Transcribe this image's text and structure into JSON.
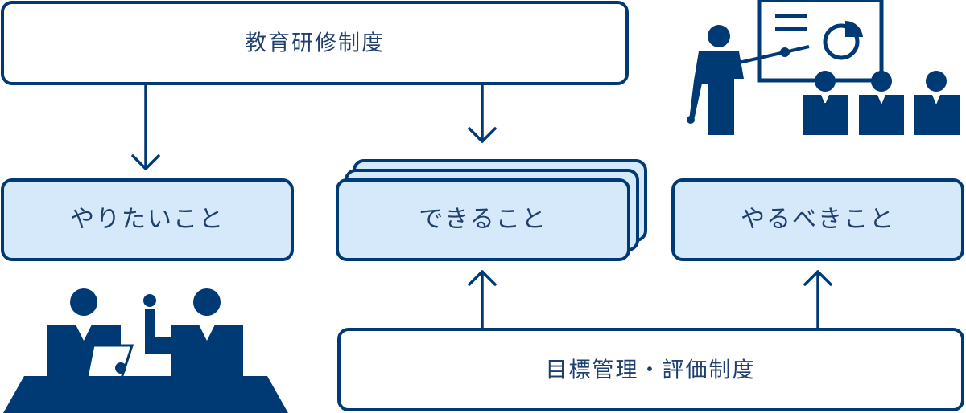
{
  "boxes": {
    "top": {
      "label": "教育研修制度"
    },
    "left": {
      "label": "やりたいこと"
    },
    "center": {
      "label": "できること"
    },
    "right": {
      "label": "やるべきこと"
    },
    "bottom": {
      "label": "目標管理・評価制度"
    }
  },
  "colors": {
    "navy": "#003a75",
    "text": "#1f3f6e",
    "box_fill_light": "#d5e9fb",
    "box_fill_white": "#ffffff"
  },
  "illustrations": {
    "top_right": "presenter-with-audience-icon",
    "bottom_left": "meeting-people-icon"
  }
}
